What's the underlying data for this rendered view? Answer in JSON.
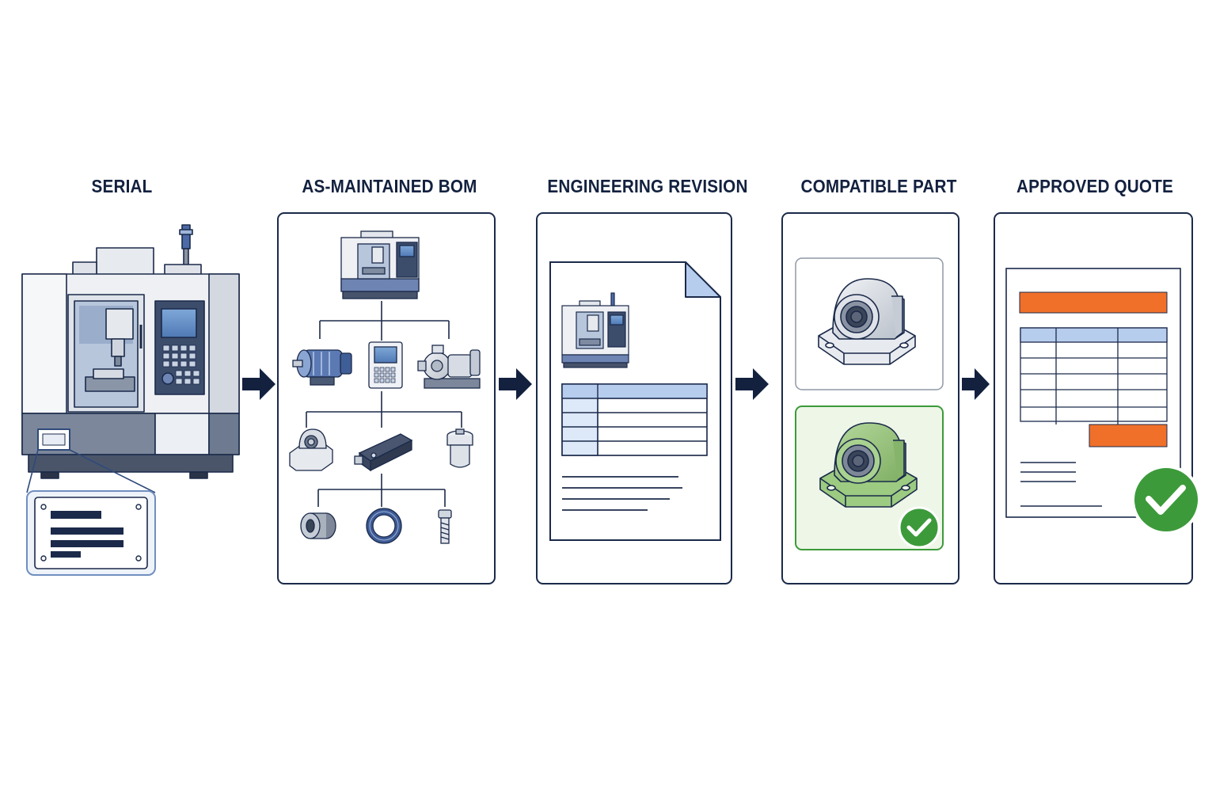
{
  "stages": [
    {
      "id": "serial",
      "label": "SERIAL"
    },
    {
      "id": "bom",
      "label": "AS-MAINTAINED BOM"
    },
    {
      "id": "revision",
      "label": "ENGINEERING REVISION"
    },
    {
      "id": "part",
      "label": "COMPATIBLE PART"
    },
    {
      "id": "quote",
      "label": "APPROVED QUOTE"
    }
  ],
  "colors": {
    "navy": "#1b2a4a",
    "machine_blue": "#5d7bb2",
    "table_header_blue": "#b7cdee",
    "compatible_green": "#8fbf74",
    "check_green": "#3c9a3a",
    "quote_orange": "#f0702a"
  },
  "icons": {
    "serial": [
      "cnc-machine-icon",
      "serial-nameplate-icon"
    ],
    "bom": [
      "cnc-machine-icon",
      "electric-motor-icon",
      "control-panel-icon",
      "pump-icon",
      "pillow-block-bearing-icon",
      "linear-actuator-icon",
      "filter-cartridge-icon",
      "bushing-icon",
      "seal-ring-icon",
      "bolt-icon"
    ],
    "revision": [
      "document-icon",
      "cnc-machine-icon"
    ],
    "part": [
      "pillow-block-bearing-icon",
      "check-icon"
    ],
    "quote": [
      "quote-document-icon",
      "check-icon"
    ]
  }
}
